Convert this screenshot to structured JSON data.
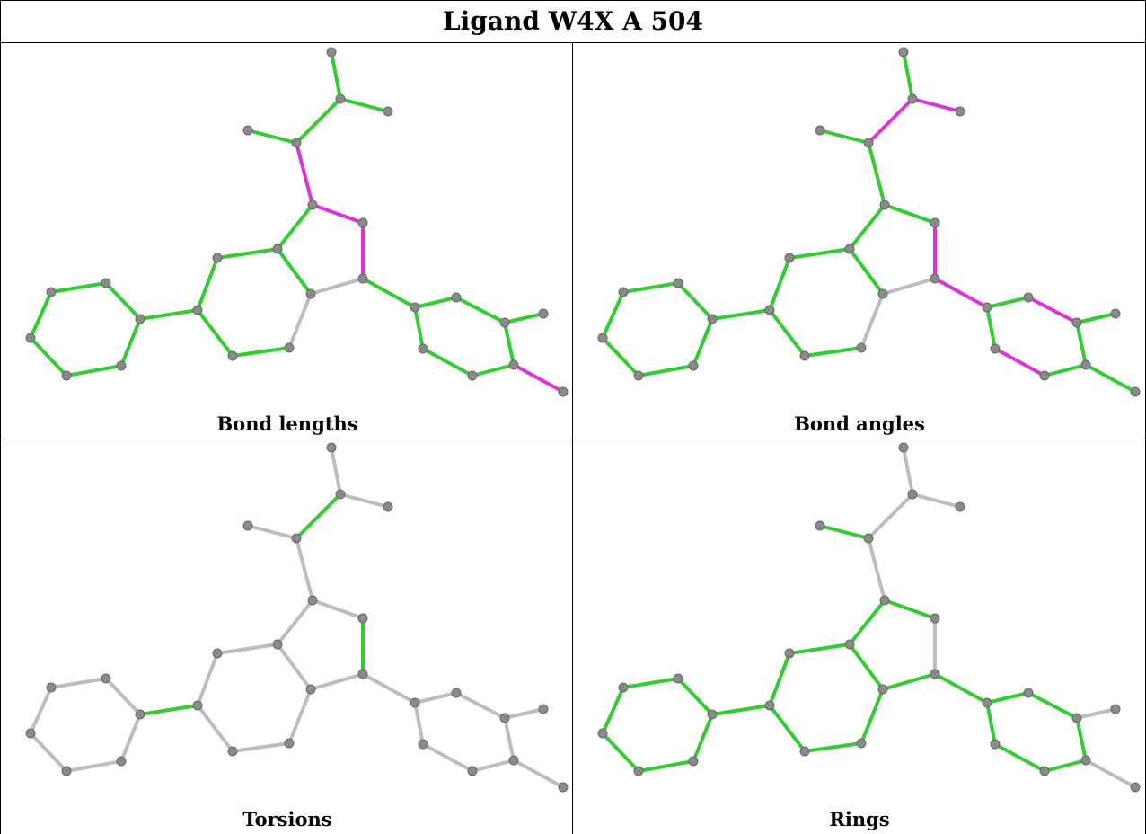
{
  "title": "Ligand W4X A 504",
  "colors": {
    "ok": "#33cc33",
    "outlier": "#dd33dd",
    "none": "#bdbdbd",
    "atom": "#8a8a8a"
  },
  "panels": [
    {
      "label": "Bond lengths",
      "bond_status": [
        "ok",
        "ok",
        "ok",
        "outlier",
        "ok",
        "outlier",
        "ok",
        "outlier",
        "none",
        "ok",
        "ok",
        "ok",
        "ok",
        "ok",
        "ok",
        "ok",
        "ok",
        "ok",
        "ok",
        "ok",
        "ok",
        "ok",
        "ok",
        "ok",
        "ok",
        "ok",
        "outlier"
      ]
    },
    {
      "label": "Bond angles",
      "bond_status": [
        "ok",
        "outlier",
        "outlier",
        "ok",
        "ok",
        "ok",
        "ok",
        "outlier",
        "none",
        "ok",
        "ok",
        "ok",
        "ok",
        "ok",
        "ok",
        "ok",
        "ok",
        "ok",
        "ok",
        "ok",
        "ok",
        "ok",
        "outlier",
        "ok",
        "outlier",
        "ok",
        "ok"
      ]
    },
    {
      "label": "Torsions",
      "bond_status": [
        "none",
        "none",
        "ok",
        "none",
        "none",
        "none",
        "none",
        "ok",
        "none",
        "none",
        "none",
        "none",
        "none",
        "ok",
        "none",
        "none",
        "none",
        "none",
        "none",
        "none",
        "none",
        "none",
        "none",
        "none",
        "none",
        "none",
        "none"
      ]
    },
    {
      "label": "Rings",
      "bond_status": [
        "none",
        "none",
        "none",
        "none",
        "ok",
        "ok",
        "ok",
        "none",
        "ok",
        "ok",
        "ok",
        "ok",
        "ok",
        "ok",
        "none",
        "ok",
        "ok",
        "ok",
        "ok",
        "ok",
        "ok",
        "none",
        "ok",
        "ok",
        "ok",
        "ok",
        "none"
      ]
    }
  ]
}
